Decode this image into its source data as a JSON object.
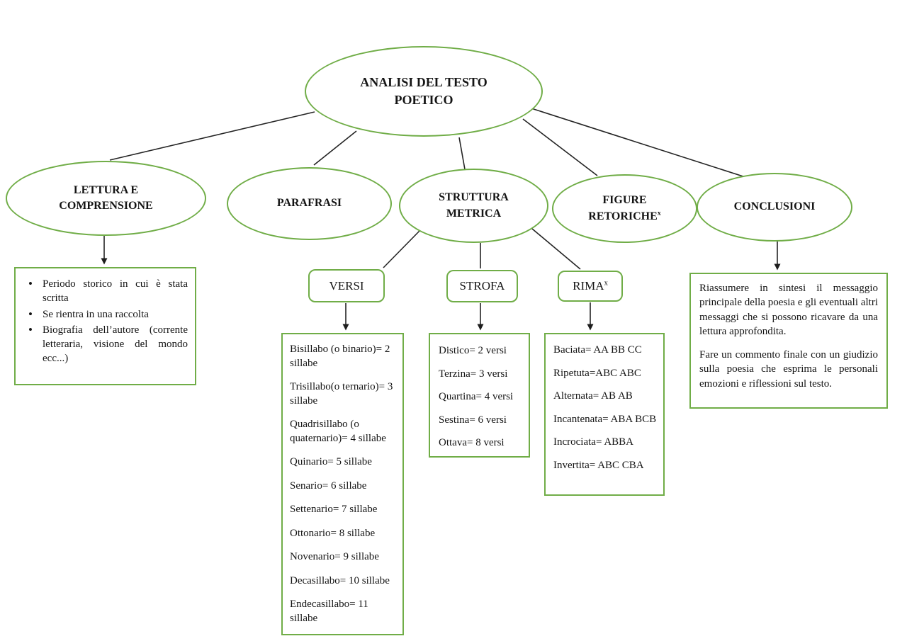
{
  "colors": {
    "node_border_green": "#70AD47",
    "connector_line": "#242424",
    "text": "#141414"
  },
  "root": {
    "label": "ANALISI DEL TESTO POETICO"
  },
  "lettura": {
    "label": "LETTURA E COMPRENSIONE",
    "bullets": [
      "Periodo storico in cui è stata scritta",
      "Se rientra in una raccolta",
      "Biografia dell’autore (corrente letteraria, visione del mondo ecc...)"
    ]
  },
  "parafrasi": {
    "label": "PARAFRASI"
  },
  "struttura": {
    "label": "STRUTTURA METRICA"
  },
  "figure": {
    "label": "FIGURE RETORICHE",
    "sup": "x"
  },
  "conclusioni": {
    "label": "CONCLUSIONI",
    "paragraphs": [
      "Riassumere in sintesi il messaggio principale della poesia e gli eventuali altri messaggi che si possono ricavare da una lettura approfondita.",
      "Fare un commento finale con un giudizio sulla poesia che esprima le personali emozioni e riflessioni sul testo."
    ]
  },
  "versi": {
    "label": "VERSI",
    "items": [
      "Bisillabo (o binario)= 2 sillabe",
      "Trisillabo(o ternario)= 3 sillabe",
      "Quadrisillabo (o quaternario)= 4 sillabe",
      "Quinario= 5 sillabe",
      "Senario= 6 sillabe",
      "Settenario= 7 sillabe",
      "Ottonario= 8 sillabe",
      "Novenario= 9 sillabe",
      "Decasillabo= 10 sillabe",
      "Endecasillabo= 11 sillabe"
    ]
  },
  "strofa": {
    "label": "STROFA",
    "items": [
      "Distico= 2 versi",
      "Terzina= 3 versi",
      "Quartina= 4 versi",
      "Sestina= 6 versi",
      "Ottava= 8 versi"
    ]
  },
  "rima": {
    "label": "RIMA",
    "sup": "x",
    "items": [
      "Baciata= AA BB CC",
      "Ripetuta=ABC ABC",
      "Alternata= AB AB",
      "Incantenata= ABA BCB",
      "Incrociata= ABBA",
      "Invertita= ABC CBA"
    ]
  }
}
